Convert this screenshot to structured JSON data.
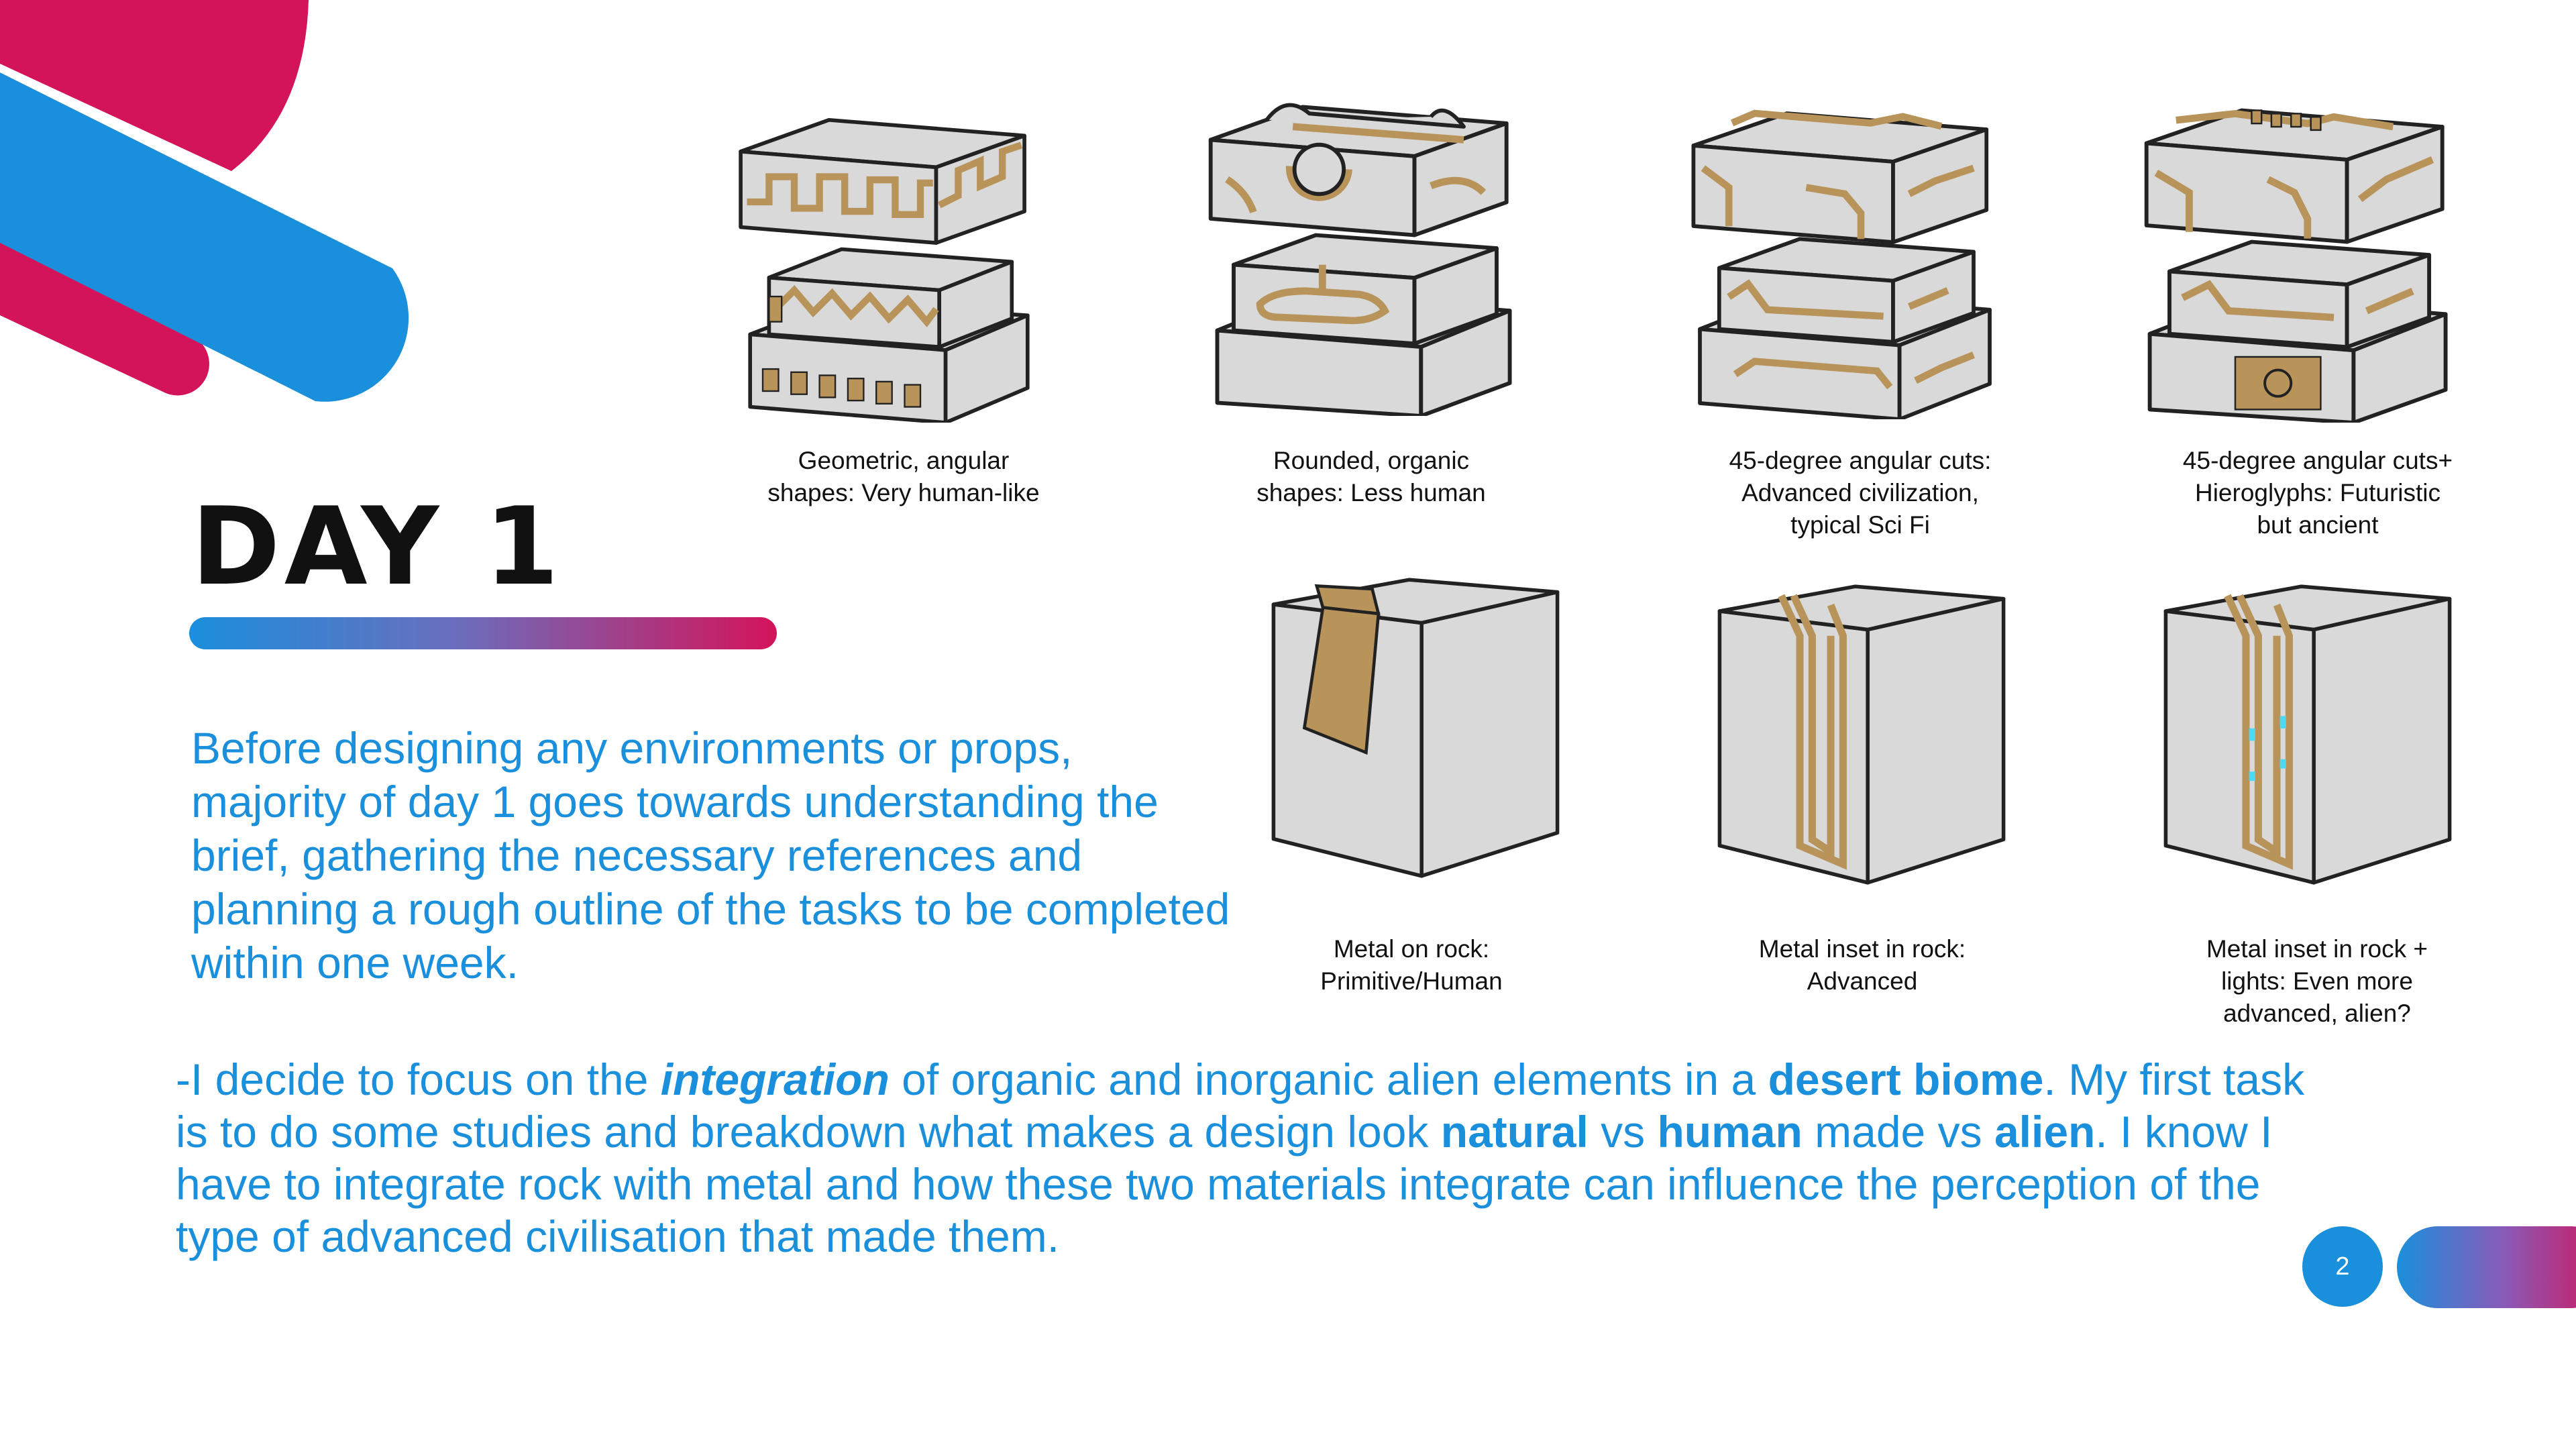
{
  "slide": {
    "title": "DAY 1",
    "page_number": "2",
    "intro": "Before designing any environments or props, majority of day 1 goes towards understanding the brief, gathering the necessary references and planning a rough outline of the tasks to be completed within one week.",
    "body": {
      "p1": "-I decide to focus on the ",
      "kw1": "integration",
      "p2": " of organic and inorganic alien elements in a ",
      "kw2": "desert biome",
      "p3": ". My first task is to do some studies and breakdown what makes a design look ",
      "kw3": "natural",
      "p4": " vs ",
      "kw4": "human",
      "p5": " made vs ",
      "kw5": "alien",
      "p6": ". I know I have to integrate rock with metal and how these two materials integrate can influence the perception of the type of advanced civilisation that made them."
    }
  },
  "studies": [
    {
      "line1": "Geometric,  angular",
      "line2": "shapes: Very human-like",
      "line3": ""
    },
    {
      "line1": "Rounded,  organic",
      "line2": "shapes: Less human",
      "line3": ""
    },
    {
      "line1": "45-degree  angular  cuts:",
      "line2": "Advanced  civilization,",
      "line3": "typical Sci Fi"
    },
    {
      "line1": "45-degree  angular cuts+",
      "line2": "Hieroglyphs:  Futuristic",
      "line3": "but ancient"
    },
    {
      "line1": "Metal on rock:",
      "line2": "Primitive/Human",
      "line3": ""
    },
    {
      "line1": "Metal inset in rock:",
      "line2": "Advanced",
      "line3": ""
    },
    {
      "line1": "Metal inset in rock +",
      "line2": "lights: Even  more",
      "line3": "advanced,  alien?"
    }
  ],
  "colors": {
    "accent_blue": "#1a8fdc",
    "accent_pink": "#d4145a",
    "rock_gray": "#d9d9d9",
    "metal_bronze": "#b8935a",
    "light_cyan": "#4fd8f2"
  }
}
